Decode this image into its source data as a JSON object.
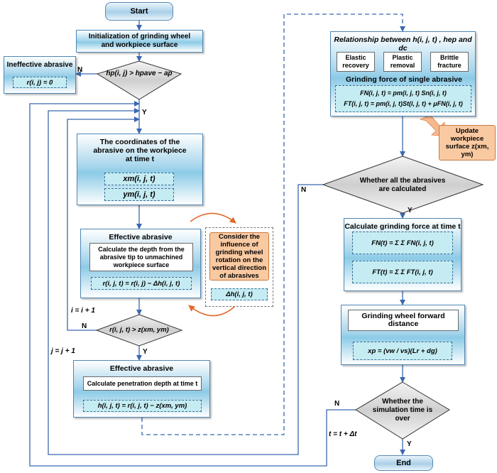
{
  "nodes": {
    "start": "Start",
    "init_line1": "Initialization of grinding wheel",
    "init_line2": "and workpiece surface",
    "diamond_hp": "hp(i, j) > hpave − ap",
    "ineffective_title": "Ineffective abrasive",
    "ineffective_formula": "r(i, j) = 0",
    "coord_title1": "The coordinates of the",
    "coord_title2": "abrasive on the workpiece",
    "coord_title3": "at time t",
    "coord_xm": "xm(i, j, t)",
    "coord_ym": "ym(i, j, t)",
    "eff1_title": "Effective abrasive",
    "eff1_desc": "Calculate the depth from the abrasive tip to unmachined workpiece surface",
    "eff1_formula": "r(i, j, t) = r(i, j) − Δh(i, j, t)",
    "consider_text": "Consider the influence of grinding wheel rotation on the vertical direction of abrasives",
    "consider_formula": "Δh(i, j, t)",
    "diamond_r": "r(i, j, t) > z(xm, ym)",
    "eff2_title": "Effective abrasive",
    "eff2_desc": "Calculate penetration depth at time t",
    "eff2_formula": "h(i, j, t) = r(i, j, t) − z(xm, ym)",
    "rel_title": "Relationship between h(i, j, t) , hep and dc",
    "rel_box1": "Elastic recovery",
    "rel_box2": "Plastic removal",
    "rel_box3": "Brittle fracture",
    "rel_sub": "Grinding force of single abrasive",
    "rel_f1": "FN(i, j, t) = pm(i, j, t) Sn(i, j, t)",
    "rel_f2": "FT(i, j, t) = pm(i, j, t)St(i, j, t) + μFN(i, j, t)",
    "update_text": "Update workpiece surface z(xm, ym)",
    "diamond_all": "Whether all the abrasives are calculated",
    "calc_title": "Calculate grinding force at time t",
    "calc_fn": "FN(t) = Σ Σ FN(i, j, t)",
    "calc_ft": "FT(t) = Σ Σ FT(i, j, t)",
    "gw_title": "Grinding wheel forward distance",
    "gw_formula": "xp = (vw / vs)(Lr + dg)",
    "diamond_time": "Whether the simulation time is over",
    "end": "End"
  },
  "labels": {
    "n1": "N",
    "y1": "Y",
    "n2": "N",
    "y2": "Y",
    "n3": "N",
    "y3": "Y",
    "n4": "N",
    "y4": "Y",
    "i_inc": "i = i + 1",
    "j_inc": "j = j + 1",
    "t_inc": "t = t + Δt"
  },
  "colors": {
    "line": "#3a67b0",
    "dashed": "#3a67b0",
    "orange_arrow": "#e06a2a",
    "orange_fill": "#f9c9a2"
  }
}
